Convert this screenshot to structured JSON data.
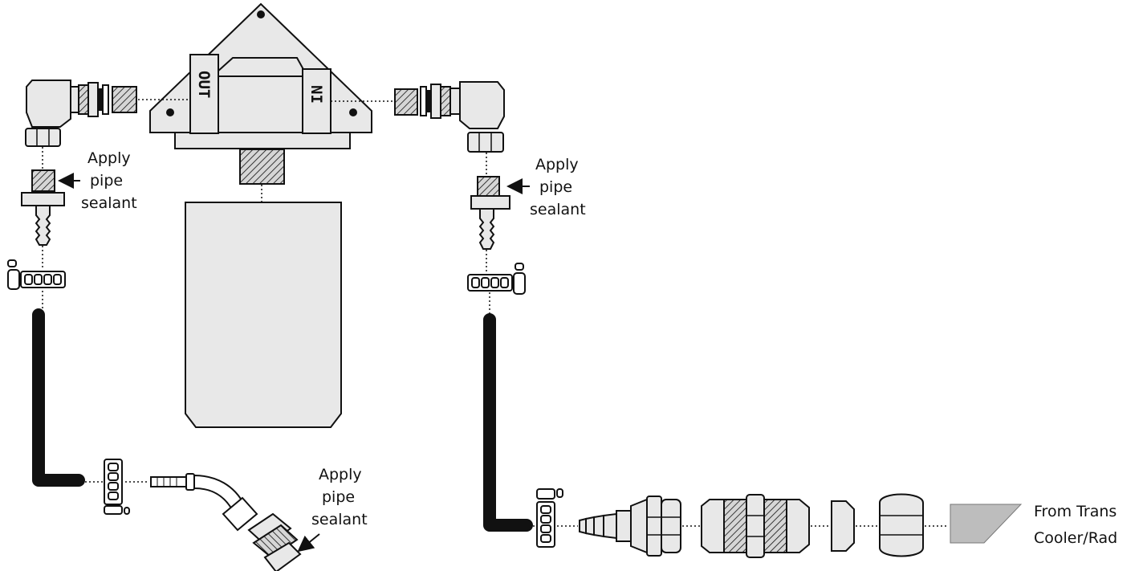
{
  "labels": {
    "port_out": "OUT",
    "port_in": "NI",
    "sealant_left_1": "Apply",
    "sealant_left_2": "pipe",
    "sealant_left_3": "sealant",
    "sealant_right_1": "Apply",
    "sealant_right_2": "pipe",
    "sealant_right_3": "sealant",
    "sealant_bottom_1": "Apply",
    "sealant_bottom_2": "pipe",
    "sealant_bottom_3": "sealant",
    "source_1": "From Trans",
    "source_2": "Cooler/Rad"
  },
  "colors": {
    "part_fill": "#e8e8e8",
    "hose": "#111111",
    "source_fill": "#bdbdbd"
  }
}
